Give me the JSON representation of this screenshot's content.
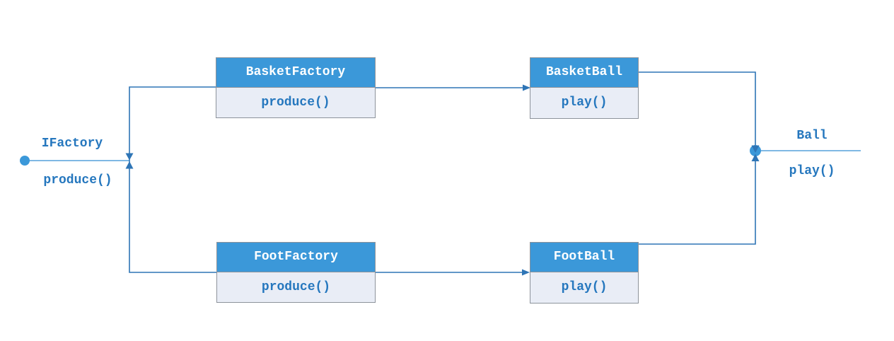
{
  "diagram": {
    "interfaces": [
      {
        "name": "IFactory",
        "method": "produce()"
      },
      {
        "name": "Ball",
        "method": "play()"
      }
    ],
    "classes": [
      {
        "title": "BasketFactory",
        "method": "produce()"
      },
      {
        "title": "BasketBall",
        "method": "play()"
      },
      {
        "title": "FootFactory",
        "method": "produce()"
      },
      {
        "title": "FootBall",
        "method": "play()"
      }
    ],
    "colors": {
      "node_header": "#3b98d9",
      "node_body": "#e9edf6",
      "node_border": "#8d939b",
      "connector": "#2e75b6",
      "interface_stem": "#55a0dc",
      "interface_dot": "#3b98d9",
      "label_text": "#2577be",
      "header_text": "#ffffff",
      "background": "#ffffff"
    }
  }
}
